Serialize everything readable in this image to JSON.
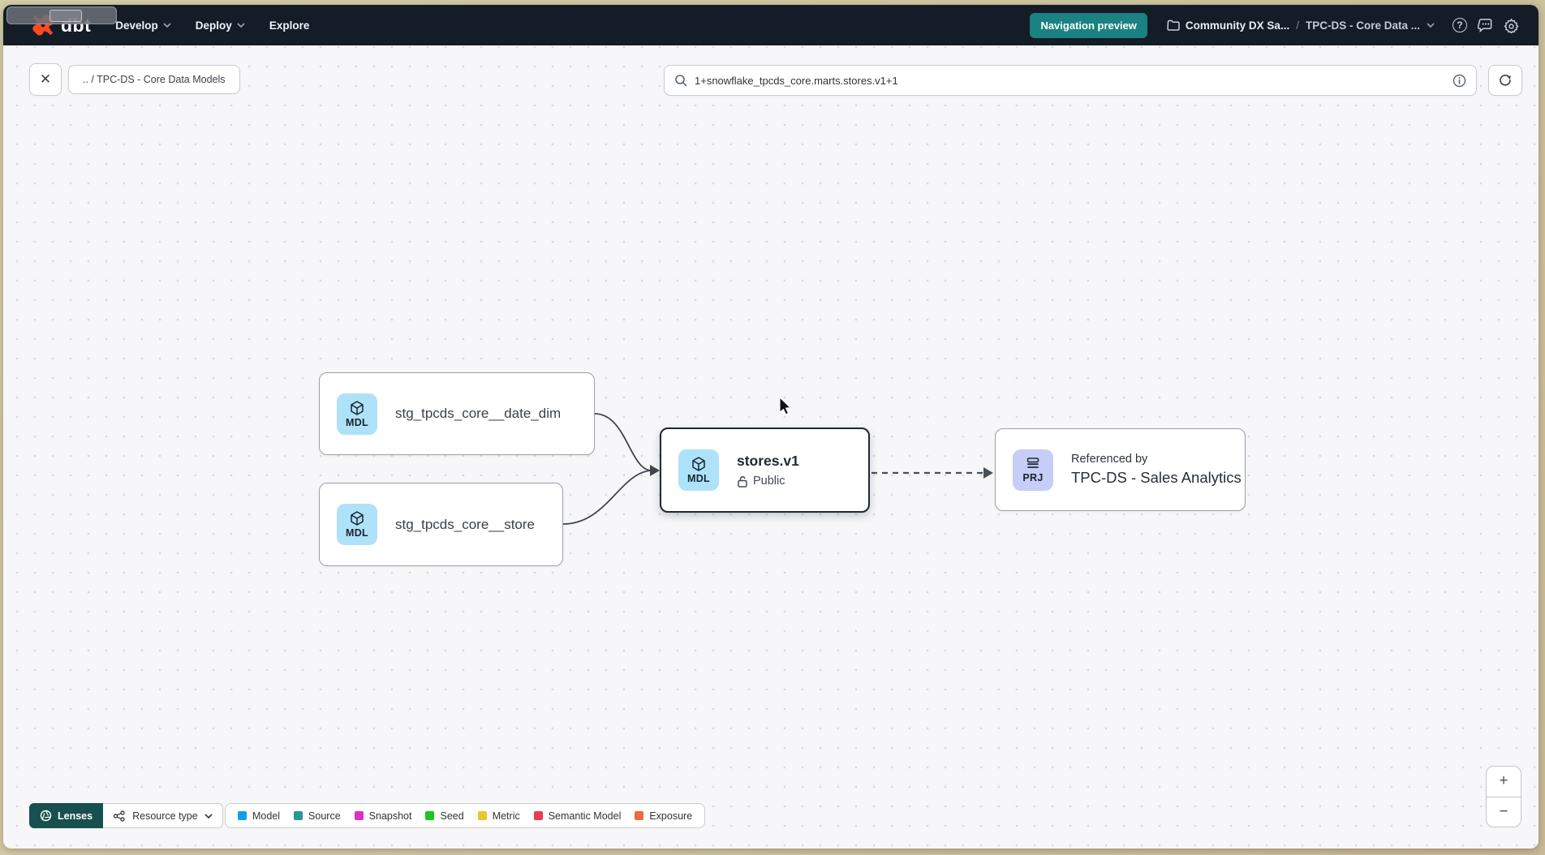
{
  "nav": {
    "logo_text": "dbt",
    "menus": [
      {
        "label": "Develop"
      },
      {
        "label": "Deploy"
      },
      {
        "label": "Explore"
      }
    ],
    "preview_button_label": "Navigation preview",
    "breadcrumb": {
      "project": "Community DX Sa...",
      "separator": "/",
      "page": "TPC-DS - Core Data ..."
    },
    "teal_accent": "#1a8280",
    "bar_color": "#141c28"
  },
  "toolbar": {
    "close_label": "✕",
    "path_chip": ".. / TPC-DS - Core Data Models",
    "search_value": "1+snowflake_tpcds_core.marts.stores.v1+1"
  },
  "graph": {
    "nodes": [
      {
        "id": "date_dim",
        "badge": "MDL",
        "label": "stg_tpcds_core__date_dim"
      },
      {
        "id": "store",
        "badge": "MDL",
        "label": "stg_tpcds_core__store"
      },
      {
        "id": "stores_v1",
        "badge": "MDL",
        "label": "stores.v1",
        "access": "Public",
        "selected": true
      },
      {
        "id": "referenced_by",
        "badge": "PRJ",
        "title": "Referenced by",
        "label": "TPC-DS - Sales Analytics"
      }
    ],
    "badge_colors": {
      "model": "#aee2f9",
      "project": "#c6cdf7"
    }
  },
  "footer": {
    "lenses_label": "Lenses",
    "resource_type_label": "Resource type",
    "legend": [
      {
        "label": "Model",
        "color": "#0f9fe8"
      },
      {
        "label": "Source",
        "color": "#2a9696"
      },
      {
        "label": "Snapshot",
        "color": "#df30c4"
      },
      {
        "label": "Seed",
        "color": "#1cc41c"
      },
      {
        "label": "Metric",
        "color": "#eec32b"
      },
      {
        "label": "Semantic Model",
        "color": "#ea3a55"
      },
      {
        "label": "Exposure",
        "color": "#eb6a3e"
      }
    ]
  },
  "zoom_controls": {
    "zoom_in": "+",
    "zoom_out": "−"
  }
}
